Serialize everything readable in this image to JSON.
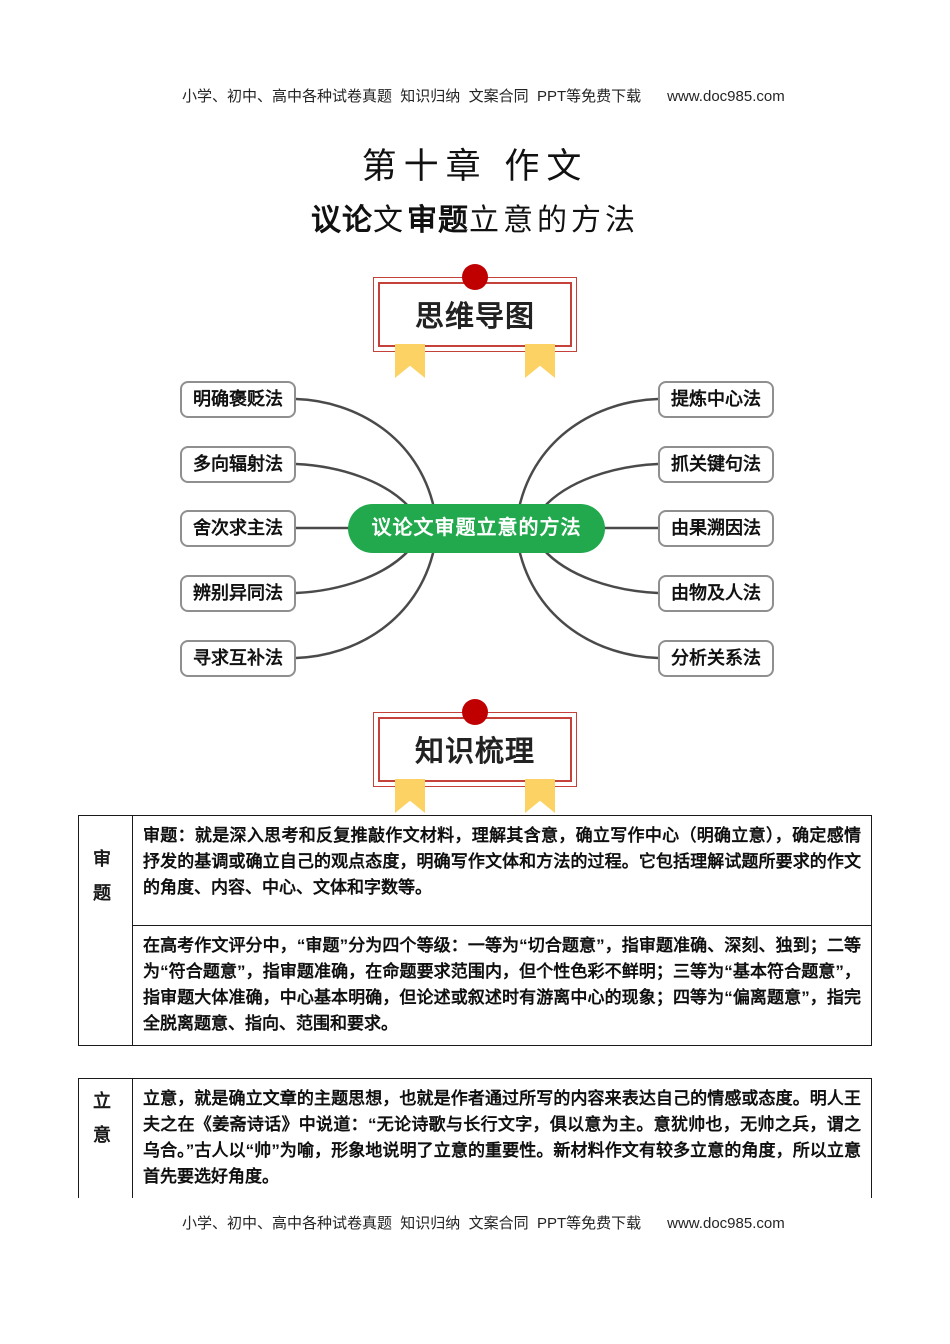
{
  "colors": {
    "banner_red": "#c4423a",
    "banner_circle": "#c00000",
    "ribbon_yellow": "#fbd263",
    "center_green": "#22a94e",
    "line_gray": "#4a4a4a",
    "box_border": "#8f8f8f",
    "ink": "#1a1a1a"
  },
  "header": {
    "links_text": "小学、初中、高中各种试卷真题  知识归纳  文案合同  PPT等免费下载",
    "site": "www.doc985.com"
  },
  "footer": {
    "links_text": "小学、初中、高中各种试卷真题  知识归纳  文案合同  PPT等免费下载",
    "site": "www.doc985.com"
  },
  "title": {
    "chapter": "第十章 作文",
    "subtitle_part1": "议论",
    "subtitle_part2": "文",
    "subtitle_part3": "审题",
    "subtitle_part4": "立意的方法"
  },
  "banners": {
    "mindmap_label": "思维导图",
    "knowledge_label": "知识梳理"
  },
  "mindmap": {
    "center_label": "议论文审题立意的方法",
    "left_nodes": [
      "明确褒贬法",
      "多向辐射法",
      "舍次求主法",
      "辨别异同法",
      "寻求互补法"
    ],
    "right_nodes": [
      "提炼中心法",
      "抓关键句法",
      "由果溯因法",
      "由物及人法",
      "分析关系法"
    ]
  },
  "knowledge": {
    "shenti_label": "审题",
    "shenti_para1": "审题：就是深入思考和反复推敲作文材料，理解其含意，确立写作中心（明确立意），确定感情抒发的基调或确立自己的观点态度，明确写作文体和方法的过程。它包括理解试题所要求的作文的角度、内容、中心、文体和字数等。",
    "shenti_para2": "在高考作文评分中，“审题”分为四个等级：一等为“切合题意”，指审题准确、深刻、独到；二等为“符合题意”，指审题准确，在命题要求范围内，但个性色彩不鲜明；三等为“基本符合题意”，指审题大体准确，中心基本明确，但论述或叙述时有游离中心的现象；四等为“偏离题意”，指完全脱离题意、指向、范围和要求。",
    "liyi_label": "立意",
    "liyi_para1": "立意，就是确立文章的主题思想，也就是作者通过所写的内容来表达自己的情感或态度。明人王夫之在《姜斋诗话》中说道：“无论诗歌与长行文字，俱以意为主。意犹帅也，无帅之兵，谓之乌合。”古人以“帅”为喻，形象地说明了立意的重要性。新材料作文有较多立意的角度，所以立意首先要选好角度。"
  }
}
